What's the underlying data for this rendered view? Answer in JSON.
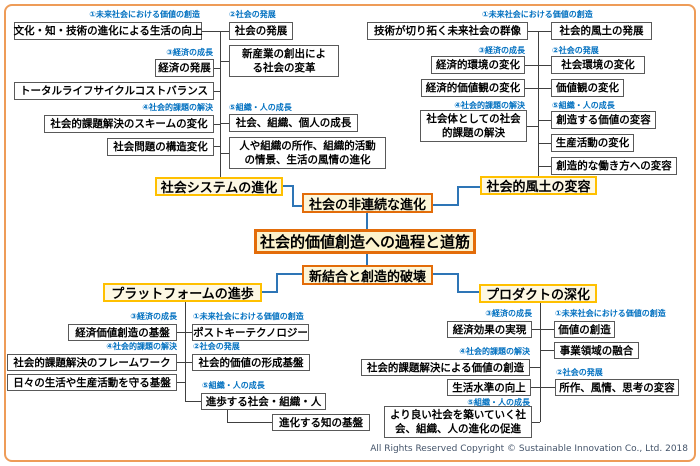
{
  "labels": {
    "c1": "①未来社会における価値の創造",
    "c2": "②社会の発展",
    "c3": "③経済の成長",
    "c4": "④社会的課題の解決",
    "c5": "⑤組織・人の成長"
  },
  "center": {
    "top": "社会の非連続な進化",
    "main": "社会的価値創造への過程と道筋",
    "bottom": "新結合と創造的破壊"
  },
  "hubs": {
    "tl": "社会システムの進化",
    "tr": "社会的風土の変容",
    "bl": "プラットフォームの進歩",
    "br": "プロダクトの深化"
  },
  "tl": {
    "b1": "文化・知・技術の進化による生活の向上",
    "b2": "社会の発展",
    "b3": "新産業の創出によ\nる社会の変革",
    "b4": "経済の発展",
    "b5": "トータルライフサイクルコストバランス",
    "b6": "社会的課題解決のスキームの変化",
    "b7": "社会問題の構造変化",
    "b8": "社会、組織、個人の成長",
    "b9": "人や組織の所作、組織的活動\nの情景、生活の風情の進化"
  },
  "tr": {
    "b1": "技術が切り拓く未来社会の群像",
    "b2": "社会的風土の発展",
    "b3": "経済的環境の変化",
    "b4": "社会環境の変化",
    "b5": "経済的価値観の変化",
    "b6": "価値観の変化",
    "b7": "社会体としての社会\n的課題の解決",
    "b8": "創造する価値の変容",
    "b9": "生産活動の変化",
    "b10": "創造的な働き方への変容"
  },
  "bl": {
    "b1": "経済価値創造の基盤",
    "b2": "ポストキーテクノロジー",
    "b3": "社会的課題解決のフレームワーク",
    "b4": "社会的価値の形成基盤",
    "b5": "日々の生活や生産活動を守る基盤",
    "b6": "進歩する社会・組織・人",
    "b7": "進化する知の基盤"
  },
  "br": {
    "b1": "経済効果の実現",
    "b2": "価値の創造",
    "b3": "事業領域の融合",
    "b4": "社会的課題解決による価値の創造",
    "b5": "生活水準の向上",
    "b6": "所作、風情、思考の変容",
    "b7": "より良い社会を築いていく社\n会、組織、人の進化の促進"
  },
  "footer": {
    "copyright": "All Rights Reserved Copyright © Sustainable Innovation Co., Ltd.  2018"
  },
  "colors": {
    "frame_orange": "#EE9C58",
    "accent_orange": "#E36C09",
    "hub_gold": "#FFC000",
    "connector_blue": "#2E75B6",
    "label_blue": "#0070C0",
    "node_border": "#595959",
    "cream_fill": "#FDF6D8"
  }
}
